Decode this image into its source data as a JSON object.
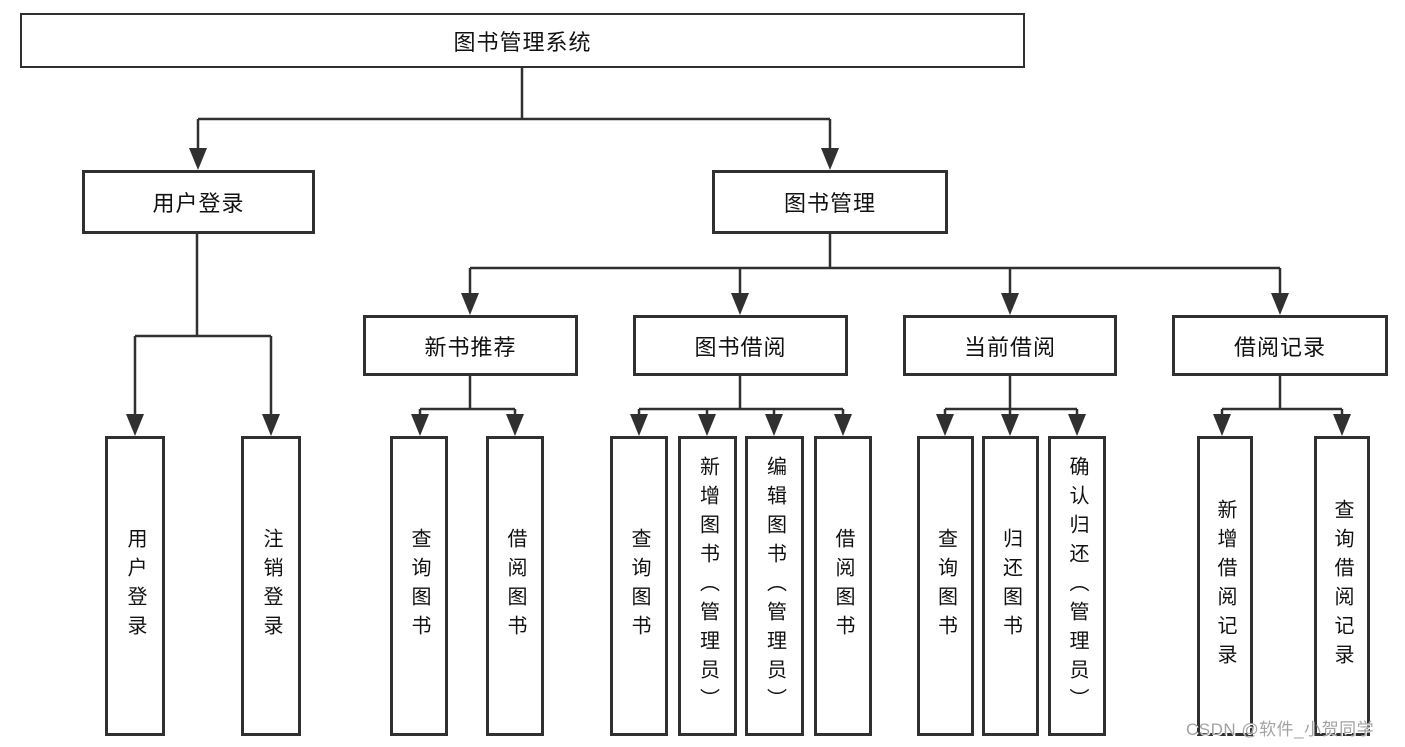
{
  "tree": {
    "label": "图书管理系统",
    "children": [
      {
        "label": "用户登录",
        "children": [
          {
            "label": "用户登录"
          },
          {
            "label": "注销登录"
          }
        ]
      },
      {
        "label": "图书管理",
        "children": [
          {
            "label": "新书推荐",
            "children": [
              {
                "label": "查询图书"
              },
              {
                "label": "借阅图书"
              }
            ]
          },
          {
            "label": "图书借阅",
            "children": [
              {
                "label": "查询图书"
              },
              {
                "label": "新增图书（管理员）"
              },
              {
                "label": "编辑图书（管理员）"
              },
              {
                "label": "借阅图书"
              }
            ]
          },
          {
            "label": "当前借阅",
            "children": [
              {
                "label": "查询图书"
              },
              {
                "label": "归还图书"
              },
              {
                "label": "确认归还（管理员）"
              }
            ]
          },
          {
            "label": "借阅记录",
            "children": [
              {
                "label": "新增借阅记录"
              },
              {
                "label": "查询借阅记录"
              }
            ]
          }
        ]
      }
    ]
  },
  "watermark": "CSDN @软件_小贺同学",
  "colors": {
    "line": "#303030",
    "box_border": "#303030",
    "box_fill": "#ffffff",
    "text": "#111111",
    "watermark": "#a3a3a3"
  }
}
